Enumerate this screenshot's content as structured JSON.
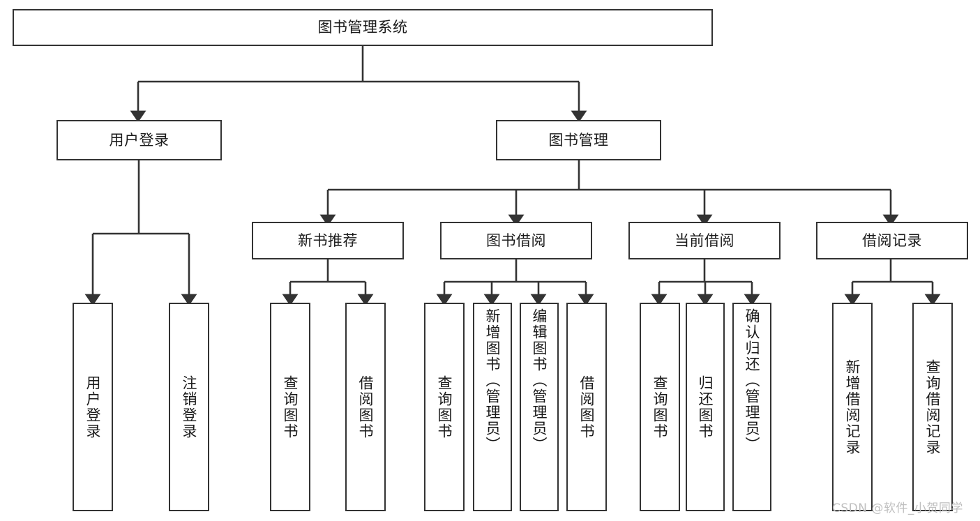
{
  "diagram": {
    "type": "tree",
    "title": "图书管理系统",
    "background_color": "#ffffff",
    "line_color": "#333333",
    "box_border_color": "#333333",
    "box_fill_color": "#ffffff",
    "text_color": "#1a1a1a"
  },
  "root": {
    "label": "图书管理系统"
  },
  "level2": [
    {
      "label": "用户登录"
    },
    {
      "label": "图书管理"
    }
  ],
  "level3": [
    {
      "label": "新书推荐"
    },
    {
      "label": "图书借阅"
    },
    {
      "label": "当前借阅"
    },
    {
      "label": "借阅记录"
    }
  ],
  "leaves": {
    "user_login": [
      {
        "label": "用户登录"
      },
      {
        "label": "注销登录"
      }
    ],
    "new_book_recommend": [
      {
        "label": "查询图书"
      },
      {
        "label": "借阅图书"
      }
    ],
    "book_borrow": [
      {
        "label": "查询图书"
      },
      {
        "label": "新增图书（管理员）"
      },
      {
        "label": "编辑图书（管理员）"
      },
      {
        "label": "借阅图书"
      }
    ],
    "current_borrow": [
      {
        "label": "查询图书"
      },
      {
        "label": "归还图书"
      },
      {
        "label": "确认归还（管理员）"
      }
    ],
    "borrow_record": [
      {
        "label": "新增借阅记录"
      },
      {
        "label": "查询借阅记录"
      }
    ]
  },
  "watermark": {
    "text": "CSDN @软件_小贺同学"
  }
}
